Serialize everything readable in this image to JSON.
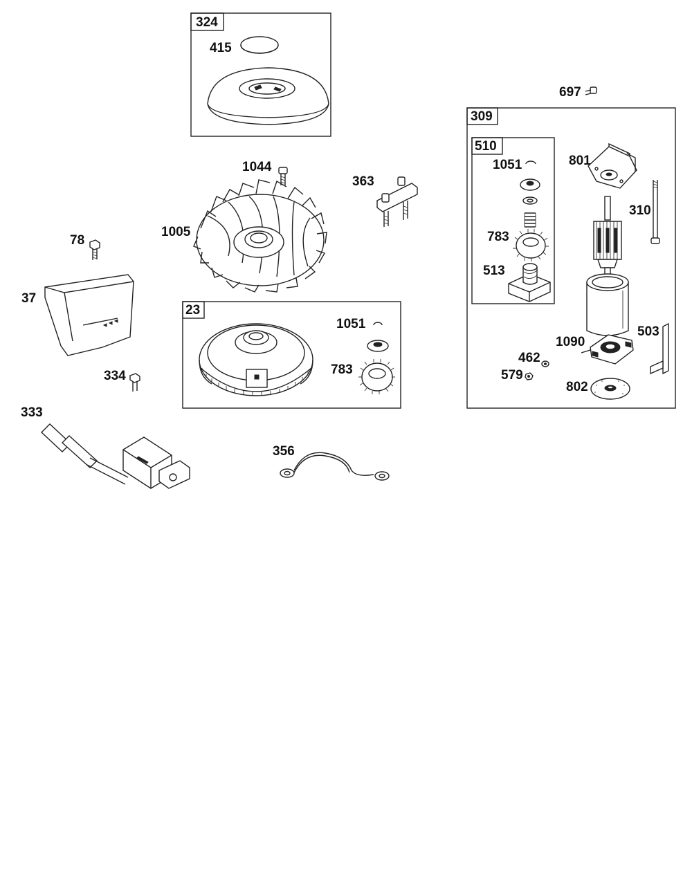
{
  "assemblies": [
    {
      "id": "box-324",
      "label": "324"
    },
    {
      "id": "box-23",
      "label": "23"
    },
    {
      "id": "box-309",
      "label": "309"
    },
    {
      "id": "box-510",
      "label": "510"
    }
  ],
  "callouts": {
    "p415": "415",
    "p1044": "1044",
    "p363": "363",
    "p1005": "1005",
    "p78": "78",
    "p37": "37",
    "p1051a": "1051",
    "p783a": "783",
    "p334": "334",
    "p333": "333",
    "p356": "356",
    "p697": "697",
    "p1051b": "1051",
    "p801": "801",
    "p310": "310",
    "p783b": "783",
    "p513": "513",
    "p503": "503",
    "p1090": "1090",
    "p462": "462",
    "p579": "579",
    "p802": "802"
  }
}
